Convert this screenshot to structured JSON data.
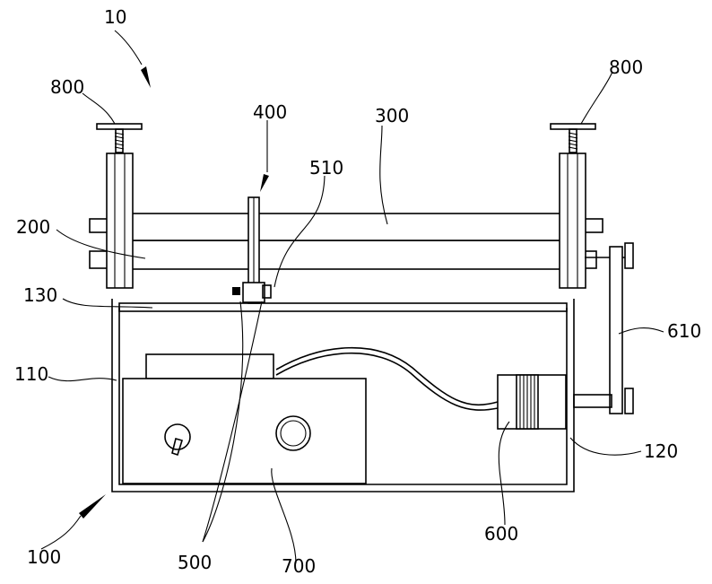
{
  "figure": {
    "reference_numerals": {
      "device": "10",
      "base_housing": "100",
      "housing_left_wall": "110",
      "housing_right_wall": "120",
      "upper_plate": "130",
      "lower_roller": "200",
      "upper_roller": "300",
      "cutter_frame": "400",
      "cable": "500",
      "cutter_blade": "510",
      "motor": "600",
      "belt": "610",
      "control_box": "700",
      "adjust_knob_left": "800",
      "adjust_knob_right": "800"
    }
  }
}
